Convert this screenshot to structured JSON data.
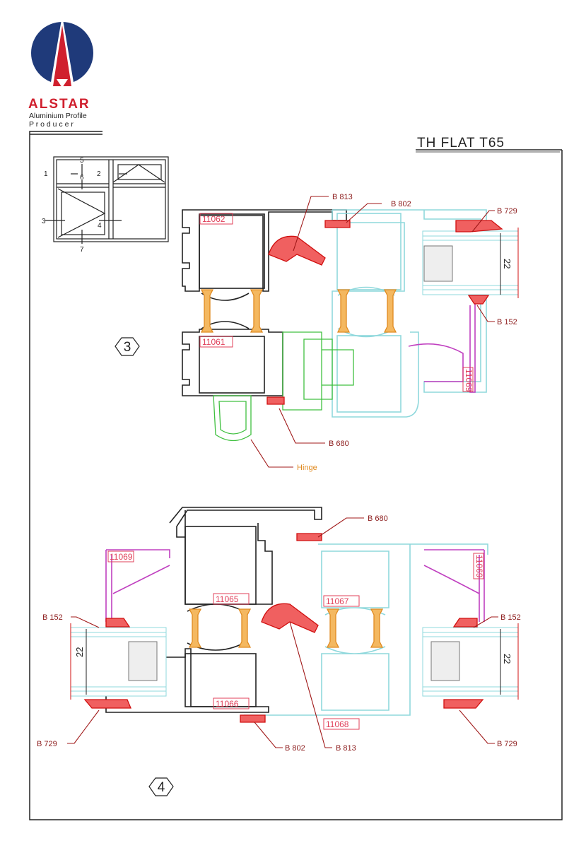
{
  "logo": {
    "brand": "ALSTAR",
    "tagline1": "Aluminium Profile",
    "tagline2": "P r o d u c e r",
    "colors": {
      "blue": "#1f3a7a",
      "red": "#d0202e"
    }
  },
  "title": "TH FLAT T65",
  "key_plan": {
    "labels": [
      "1",
      "2",
      "3",
      "4",
      "5",
      "6",
      "7"
    ]
  },
  "section3": {
    "number": "3",
    "profiles": [
      "11062",
      "11061",
      "11069"
    ],
    "gaskets": [
      "B 813",
      "B 802",
      "B 729",
      "B 152",
      "B 680"
    ],
    "hinge_label": "Hinge",
    "glass_dim": "22"
  },
  "section4": {
    "number": "4",
    "profiles": [
      "11069",
      "11065",
      "11067",
      "11069",
      "11066",
      "11068"
    ],
    "gaskets": [
      "B 680",
      "B 152",
      "B 152",
      "B 729",
      "B 802",
      "B 813",
      "B 729"
    ],
    "glass_dim_left": "22",
    "glass_dim_right": "22"
  }
}
